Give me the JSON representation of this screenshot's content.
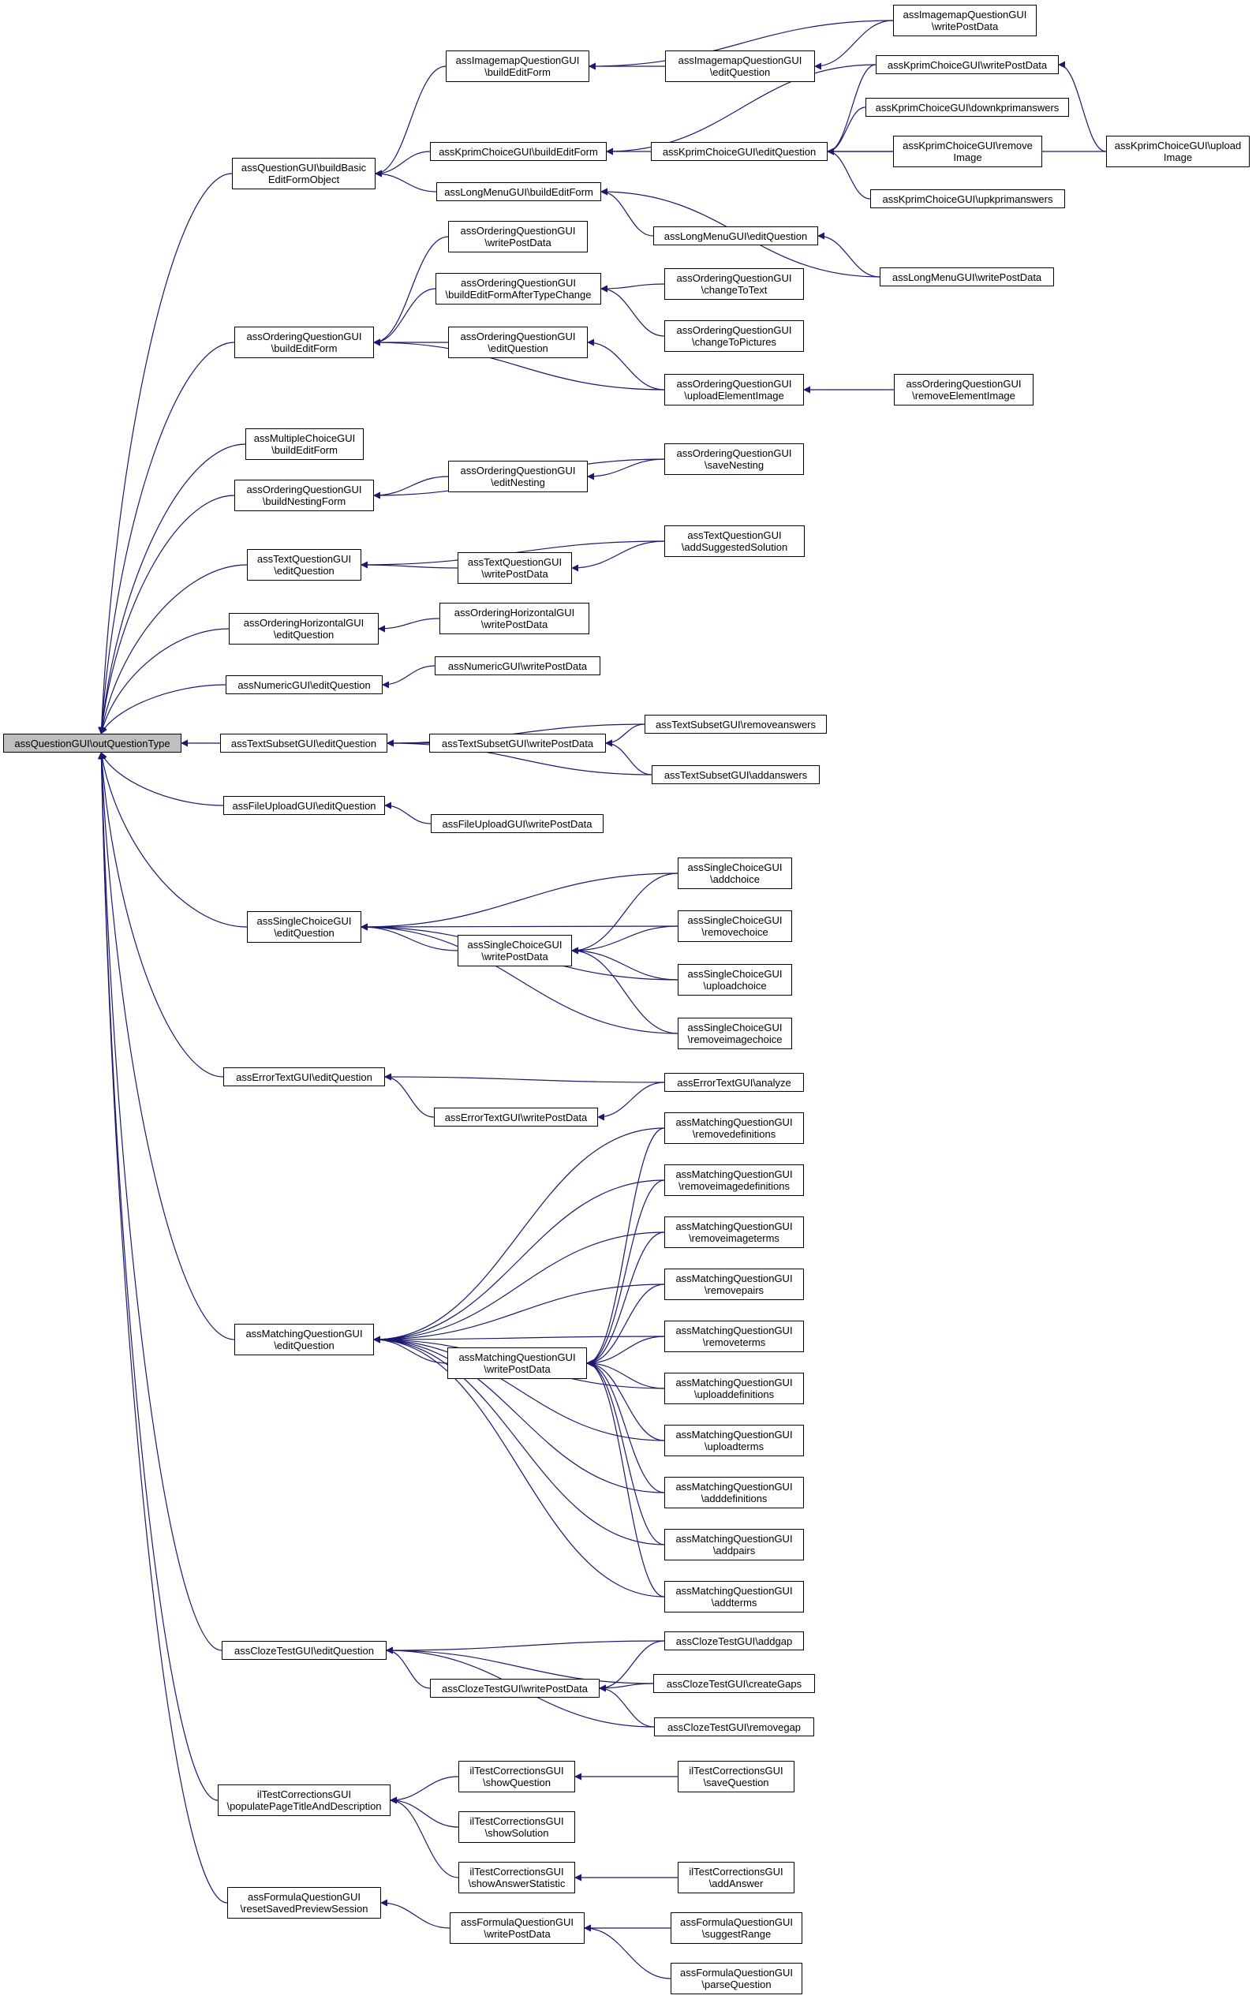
{
  "colors": {
    "edge": "#191970",
    "node_border": "#000000",
    "node_fill": "#ffffff",
    "root_fill": "#bfbfbf"
  },
  "nodes": [
    {
      "id": "root",
      "lines": [
        "assQuestionGUI\\outQuestionType"
      ]
    },
    {
      "id": "basic",
      "lines": [
        "assQuestionGUI\\buildBasic",
        "EditFormObject"
      ]
    },
    {
      "id": "ordBEF",
      "lines": [
        "assOrderingQuestionGUI",
        "\\buildEditForm"
      ]
    },
    {
      "id": "mcBEF",
      "lines": [
        "assMultipleChoiceGUI",
        "\\buildEditForm"
      ]
    },
    {
      "id": "ordBNF",
      "lines": [
        "assOrderingQuestionGUI",
        "\\buildNestingForm"
      ]
    },
    {
      "id": "txtEQ",
      "lines": [
        "assTextQuestionGUI",
        "\\editQuestion"
      ]
    },
    {
      "id": "ohEQ",
      "lines": [
        "assOrderingHorizontalGUI",
        "\\editQuestion"
      ]
    },
    {
      "id": "numEQ",
      "lines": [
        "assNumericGUI\\editQuestion"
      ]
    },
    {
      "id": "tsEQ",
      "lines": [
        "assTextSubsetGUI\\editQuestion"
      ]
    },
    {
      "id": "fuEQ",
      "lines": [
        "assFileUploadGUI\\editQuestion"
      ]
    },
    {
      "id": "scEQ",
      "lines": [
        "assSingleChoiceGUI",
        "\\editQuestion"
      ]
    },
    {
      "id": "etEQ",
      "lines": [
        "assErrorTextGUI\\editQuestion"
      ]
    },
    {
      "id": "mqEQ",
      "lines": [
        "assMatchingQuestionGUI",
        "\\editQuestion"
      ]
    },
    {
      "id": "clEQ",
      "lines": [
        "assClozeTestGUI\\editQuestion"
      ]
    },
    {
      "id": "itcPPT",
      "lines": [
        "ilTestCorrectionsGUI",
        "\\populatePageTitleAndDescription"
      ]
    },
    {
      "id": "fqRSP",
      "lines": [
        "assFormulaQuestionGUI",
        "\\resetSavedPreviewSession"
      ]
    },
    {
      "id": "imBEF",
      "lines": [
        "assImagemapQuestionGUI",
        "\\buildEditForm"
      ]
    },
    {
      "id": "kpBEF",
      "lines": [
        "assKprimChoiceGUI\\buildEditForm"
      ]
    },
    {
      "id": "lmBEF",
      "lines": [
        "assLongMenuGUI\\buildEditForm"
      ]
    },
    {
      "id": "imEQ",
      "lines": [
        "assImagemapQuestionGUI",
        "\\editQuestion"
      ]
    },
    {
      "id": "imWPD",
      "lines": [
        "assImagemapQuestionGUI",
        "\\writePostData"
      ]
    },
    {
      "id": "kpEQ",
      "lines": [
        "assKprimChoiceGUI\\editQuestion"
      ]
    },
    {
      "id": "kpWPD",
      "lines": [
        "assKprimChoiceGUI\\writePostData"
      ]
    },
    {
      "id": "kpDown",
      "lines": [
        "assKprimChoiceGUI\\downkprimanswers"
      ]
    },
    {
      "id": "kpRemImg",
      "lines": [
        "assKprimChoiceGUI\\remove",
        "Image"
      ]
    },
    {
      "id": "kpUp",
      "lines": [
        "assKprimChoiceGUI\\upkprimanswers"
      ]
    },
    {
      "id": "kpUpImg",
      "lines": [
        "assKprimChoiceGUI\\upload",
        "Image"
      ]
    },
    {
      "id": "lmEQ",
      "lines": [
        "assLongMenuGUI\\editQuestion"
      ]
    },
    {
      "id": "lmWPD",
      "lines": [
        "assLongMenuGUI\\writePostData"
      ]
    },
    {
      "id": "ordWPD",
      "lines": [
        "assOrderingQuestionGUI",
        "\\writePostData"
      ]
    },
    {
      "id": "ordBEFATC",
      "lines": [
        "assOrderingQuestionGUI",
        "\\buildEditFormAfterTypeChange"
      ]
    },
    {
      "id": "ordEQ",
      "lines": [
        "assOrderingQuestionGUI",
        "\\editQuestion"
      ]
    },
    {
      "id": "ordCTT",
      "lines": [
        "assOrderingQuestionGUI",
        "\\changeToText"
      ]
    },
    {
      "id": "ordCTP",
      "lines": [
        "assOrderingQuestionGUI",
        "\\changeToPictures"
      ]
    },
    {
      "id": "ordUEI",
      "lines": [
        "assOrderingQuestionGUI",
        "\\uploadElementImage"
      ]
    },
    {
      "id": "ordREI",
      "lines": [
        "assOrderingQuestionGUI",
        "\\removeElementImage"
      ]
    },
    {
      "id": "ordEN",
      "lines": [
        "assOrderingQuestionGUI",
        "\\editNesting"
      ]
    },
    {
      "id": "ordSN",
      "lines": [
        "assOrderingQuestionGUI",
        "\\saveNesting"
      ]
    },
    {
      "id": "txtWPD",
      "lines": [
        "assTextQuestionGUI",
        "\\writePostData"
      ]
    },
    {
      "id": "txtASS",
      "lines": [
        "assTextQuestionGUI",
        "\\addSuggestedSolution"
      ]
    },
    {
      "id": "ohWPD",
      "lines": [
        "assOrderingHorizontalGUI",
        "\\writePostData"
      ]
    },
    {
      "id": "numWPD",
      "lines": [
        "assNumericGUI\\writePostData"
      ]
    },
    {
      "id": "tsWPD",
      "lines": [
        "assTextSubsetGUI\\writePostData"
      ]
    },
    {
      "id": "tsRem",
      "lines": [
        "assTextSubsetGUI\\removeanswers"
      ]
    },
    {
      "id": "tsAdd",
      "lines": [
        "assTextSubsetGUI\\addanswers"
      ]
    },
    {
      "id": "fuWPD",
      "lines": [
        "assFileUploadGUI\\writePostData"
      ]
    },
    {
      "id": "scWPD",
      "lines": [
        "assSingleChoiceGUI",
        "\\writePostData"
      ]
    },
    {
      "id": "scAdd",
      "lines": [
        "assSingleChoiceGUI",
        "\\addchoice"
      ]
    },
    {
      "id": "scRem",
      "lines": [
        "assSingleChoiceGUI",
        "\\removechoice"
      ]
    },
    {
      "id": "scUp",
      "lines": [
        "assSingleChoiceGUI",
        "\\uploadchoice"
      ]
    },
    {
      "id": "scRemImg",
      "lines": [
        "assSingleChoiceGUI",
        "\\removeimagechoice"
      ]
    },
    {
      "id": "etWPD",
      "lines": [
        "assErrorTextGUI\\writePostData"
      ]
    },
    {
      "id": "etAn",
      "lines": [
        "assErrorTextGUI\\analyze"
      ]
    },
    {
      "id": "mqWPD",
      "lines": [
        "assMatchingQuestionGUI",
        "\\writePostData"
      ]
    },
    {
      "id": "mqRD",
      "lines": [
        "assMatchingQuestionGUI",
        "\\removedefinitions"
      ]
    },
    {
      "id": "mqRID",
      "lines": [
        "assMatchingQuestionGUI",
        "\\removeimagedefinitions"
      ]
    },
    {
      "id": "mqRIT",
      "lines": [
        "assMatchingQuestionGUI",
        "\\removeimageterms"
      ]
    },
    {
      "id": "mqRP",
      "lines": [
        "assMatchingQuestionGUI",
        "\\removepairs"
      ]
    },
    {
      "id": "mqRT",
      "lines": [
        "assMatchingQuestionGUI",
        "\\removeterms"
      ]
    },
    {
      "id": "mqUD",
      "lines": [
        "assMatchingQuestionGUI",
        "\\uploaddefinitions"
      ]
    },
    {
      "id": "mqUT",
      "lines": [
        "assMatchingQuestionGUI",
        "\\uploadterms"
      ]
    },
    {
      "id": "mqAD",
      "lines": [
        "assMatchingQuestionGUI",
        "\\adddefinitions"
      ]
    },
    {
      "id": "mqAP",
      "lines": [
        "assMatchingQuestionGUI",
        "\\addpairs"
      ]
    },
    {
      "id": "mqAT",
      "lines": [
        "assMatchingQuestionGUI",
        "\\addterms"
      ]
    },
    {
      "id": "clWPD",
      "lines": [
        "assClozeTestGUI\\writePostData"
      ]
    },
    {
      "id": "clAG",
      "lines": [
        "assClozeTestGUI\\addgap"
      ]
    },
    {
      "id": "clCG",
      "lines": [
        "assClozeTestGUI\\createGaps"
      ]
    },
    {
      "id": "clRG",
      "lines": [
        "assClozeTestGUI\\removegap"
      ]
    },
    {
      "id": "itcSQ",
      "lines": [
        "ilTestCorrectionsGUI",
        "\\showQuestion"
      ]
    },
    {
      "id": "itcSS",
      "lines": [
        "ilTestCorrectionsGUI",
        "\\showSolution"
      ]
    },
    {
      "id": "itcSAS",
      "lines": [
        "ilTestCorrectionsGUI",
        "\\showAnswerStatistic"
      ]
    },
    {
      "id": "itcSaveQ",
      "lines": [
        "ilTestCorrectionsGUI",
        "\\saveQuestion"
      ]
    },
    {
      "id": "itcAA",
      "lines": [
        "ilTestCorrectionsGUI",
        "\\addAnswer"
      ]
    },
    {
      "id": "fqWPD",
      "lines": [
        "assFormulaQuestionGUI",
        "\\writePostData"
      ]
    },
    {
      "id": "fqSR",
      "lines": [
        "assFormulaQuestionGUI",
        "\\suggestRange"
      ]
    },
    {
      "id": "fqPQ",
      "lines": [
        "assFormulaQuestionGUI",
        "\\parseQuestion"
      ]
    }
  ],
  "edges": [
    [
      "basic",
      "root"
    ],
    [
      "ordBEF",
      "root"
    ],
    [
      "mcBEF",
      "root"
    ],
    [
      "ordBNF",
      "root"
    ],
    [
      "txtEQ",
      "root"
    ],
    [
      "ohEQ",
      "root"
    ],
    [
      "numEQ",
      "root"
    ],
    [
      "tsEQ",
      "root"
    ],
    [
      "fuEQ",
      "root"
    ],
    [
      "scEQ",
      "root"
    ],
    [
      "etEQ",
      "root"
    ],
    [
      "mqEQ",
      "root"
    ],
    [
      "clEQ",
      "root"
    ],
    [
      "itcPPT",
      "root"
    ],
    [
      "fqRSP",
      "root"
    ],
    [
      "imBEF",
      "basic"
    ],
    [
      "kpBEF",
      "basic"
    ],
    [
      "lmBEF",
      "basic"
    ],
    [
      "imEQ",
      "imBEF"
    ],
    [
      "imWPD",
      "imBEF"
    ],
    [
      "imWPD",
      "imEQ"
    ],
    [
      "kpEQ",
      "kpBEF"
    ],
    [
      "kpWPD",
      "kpBEF"
    ],
    [
      "kpWPD",
      "kpEQ"
    ],
    [
      "kpDown",
      "kpEQ"
    ],
    [
      "kpRemImg",
      "kpEQ"
    ],
    [
      "kpUp",
      "kpEQ"
    ],
    [
      "kpUpImg",
      "kpEQ"
    ],
    [
      "kpUpImg",
      "kpWPD"
    ],
    [
      "lmEQ",
      "lmBEF"
    ],
    [
      "lmWPD",
      "lmBEF"
    ],
    [
      "lmWPD",
      "lmEQ"
    ],
    [
      "ordWPD",
      "ordBEF"
    ],
    [
      "ordBEFATC",
      "ordBEF"
    ],
    [
      "ordEQ",
      "ordBEF"
    ],
    [
      "ordUEI",
      "ordBEF"
    ],
    [
      "ordCTT",
      "ordBEFATC"
    ],
    [
      "ordCTP",
      "ordBEFATC"
    ],
    [
      "ordUEI",
      "ordEQ"
    ],
    [
      "ordREI",
      "ordUEI"
    ],
    [
      "ordEN",
      "ordBNF"
    ],
    [
      "ordSN",
      "ordBNF"
    ],
    [
      "ordSN",
      "ordEN"
    ],
    [
      "txtWPD",
      "txtEQ"
    ],
    [
      "txtASS",
      "txtEQ"
    ],
    [
      "txtASS",
      "txtWPD"
    ],
    [
      "ohWPD",
      "ohEQ"
    ],
    [
      "numWPD",
      "numEQ"
    ],
    [
      "tsWPD",
      "tsEQ"
    ],
    [
      "tsRem",
      "tsEQ"
    ],
    [
      "tsAdd",
      "tsEQ"
    ],
    [
      "tsRem",
      "tsWPD"
    ],
    [
      "tsAdd",
      "tsWPD"
    ],
    [
      "fuWPD",
      "fuEQ"
    ],
    [
      "scWPD",
      "scEQ"
    ],
    [
      "scAdd",
      "scEQ"
    ],
    [
      "scRem",
      "scEQ"
    ],
    [
      "scUp",
      "scEQ"
    ],
    [
      "scRemImg",
      "scEQ"
    ],
    [
      "scAdd",
      "scWPD"
    ],
    [
      "scRem",
      "scWPD"
    ],
    [
      "scUp",
      "scWPD"
    ],
    [
      "scRemImg",
      "scWPD"
    ],
    [
      "etWPD",
      "etEQ"
    ],
    [
      "etAn",
      "etEQ"
    ],
    [
      "etAn",
      "etWPD"
    ],
    [
      "mqWPD",
      "mqEQ"
    ],
    [
      "mqRD",
      "mqEQ"
    ],
    [
      "mqRID",
      "mqEQ"
    ],
    [
      "mqRIT",
      "mqEQ"
    ],
    [
      "mqRP",
      "mqEQ"
    ],
    [
      "mqRT",
      "mqEQ"
    ],
    [
      "mqUD",
      "mqEQ"
    ],
    [
      "mqUT",
      "mqEQ"
    ],
    [
      "mqAD",
      "mqEQ"
    ],
    [
      "mqAP",
      "mqEQ"
    ],
    [
      "mqAT",
      "mqEQ"
    ],
    [
      "mqRD",
      "mqWPD"
    ],
    [
      "mqRID",
      "mqWPD"
    ],
    [
      "mqRIT",
      "mqWPD"
    ],
    [
      "mqRP",
      "mqWPD"
    ],
    [
      "mqRT",
      "mqWPD"
    ],
    [
      "mqUD",
      "mqWPD"
    ],
    [
      "mqUT",
      "mqWPD"
    ],
    [
      "mqAD",
      "mqWPD"
    ],
    [
      "mqAP",
      "mqWPD"
    ],
    [
      "mqAT",
      "mqWPD"
    ],
    [
      "clWPD",
      "clEQ"
    ],
    [
      "clAG",
      "clEQ"
    ],
    [
      "clCG",
      "clEQ"
    ],
    [
      "clRG",
      "clEQ"
    ],
    [
      "clAG",
      "clWPD"
    ],
    [
      "clCG",
      "clWPD"
    ],
    [
      "clRG",
      "clWPD"
    ],
    [
      "itcSQ",
      "itcPPT"
    ],
    [
      "itcSS",
      "itcPPT"
    ],
    [
      "itcSAS",
      "itcPPT"
    ],
    [
      "itcSaveQ",
      "itcSQ"
    ],
    [
      "itcAA",
      "itcSAS"
    ],
    [
      "fqWPD",
      "fqRSP"
    ],
    [
      "fqSR",
      "fqWPD"
    ],
    [
      "fqPQ",
      "fqWPD"
    ]
  ]
}
